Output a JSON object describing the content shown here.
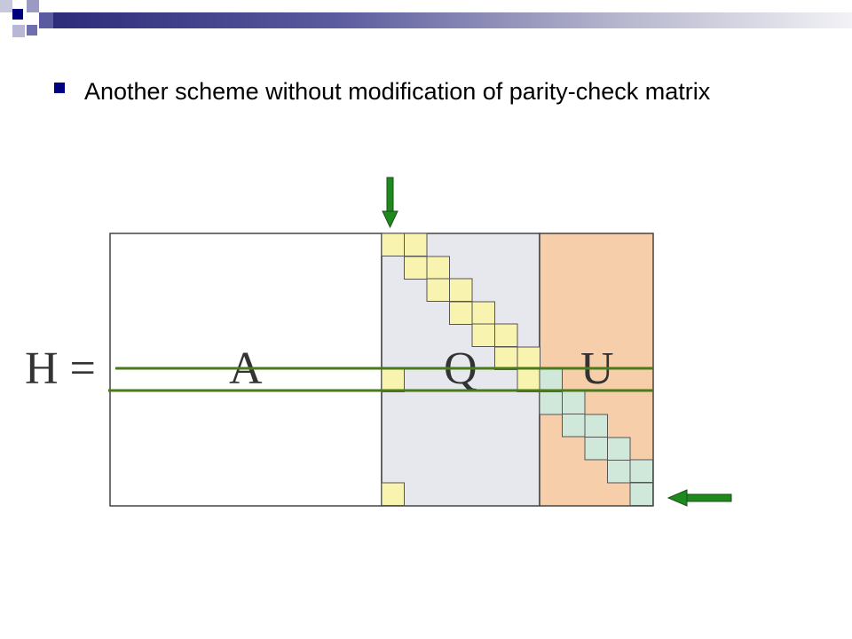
{
  "slide": {
    "bullet_text": "Another scheme without modification of parity-check matrix"
  },
  "equation": {
    "lhs": "H =",
    "block_a": "A",
    "block_q": "Q",
    "block_u": "U"
  },
  "colors": {
    "header_dark": "#000080",
    "header_mid": "#6666aa",
    "header_light": "#c8c8dc",
    "bullet": "#000080",
    "block_q_fill": "#e7e8ee",
    "block_u_fill": "#f6cfaa",
    "identity_yellow": "#f8f4b0",
    "identity_green": "#cfe8da",
    "line_green": "#4a7a1a",
    "arrow_green": "#1e8a1e",
    "arrow_outline": "#1a4d1a"
  },
  "icons": {
    "down_arrow": "arrow-down-icon",
    "left_arrow": "arrow-left-icon"
  }
}
